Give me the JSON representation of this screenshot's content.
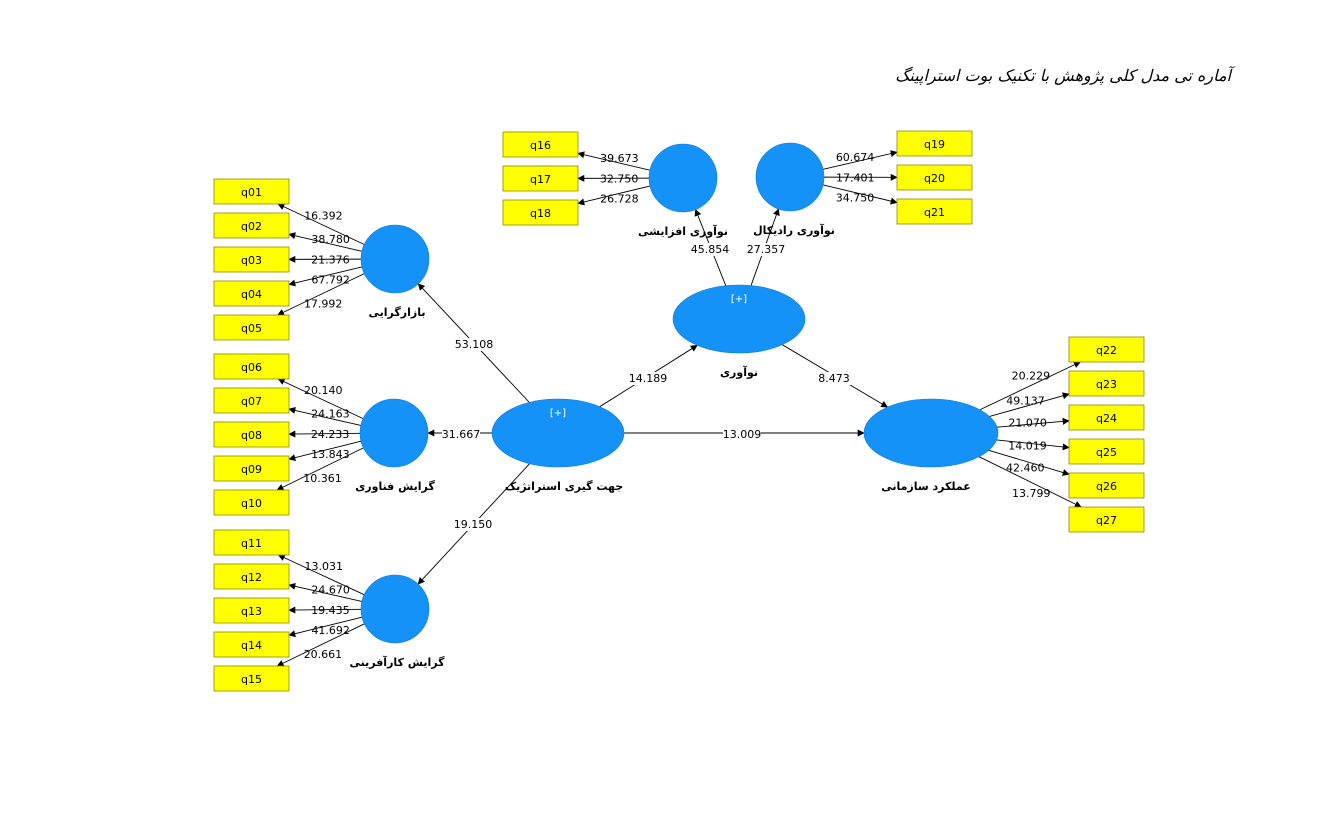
{
  "title": "آماره تی مدل کلی پژوهش با تکنیک بوت استراپینگ",
  "colors": {
    "latent": "#1492f7",
    "indicator": "#ffff00"
  },
  "latent_variables": [
    {
      "id": "marketing",
      "label": "بازارگرایی"
    },
    {
      "id": "technology",
      "label": "گرایش فناوری"
    },
    {
      "id": "entrepreneurial",
      "label": "گرایش کارآفرینی"
    },
    {
      "id": "strategic",
      "label": "جهت گیری استراتژیک",
      "expand": "[+]"
    },
    {
      "id": "incremental",
      "label": "نوآوری افزایشی"
    },
    {
      "id": "radical",
      "label": "نوآوری رادیکال"
    },
    {
      "id": "innovation",
      "label": "نوآوری",
      "expand": "[+]"
    },
    {
      "id": "performance",
      "label": "عملکرد سازمانی"
    }
  ],
  "structural_paths": [
    {
      "from": "strategic",
      "to": "marketing",
      "value": "53.108"
    },
    {
      "from": "strategic",
      "to": "technology",
      "value": "31.667"
    },
    {
      "from": "strategic",
      "to": "entrepreneurial",
      "value": "19.150"
    },
    {
      "from": "strategic",
      "to": "innovation",
      "value": "14.189"
    },
    {
      "from": "strategic",
      "to": "performance",
      "value": "13.009"
    },
    {
      "from": "innovation",
      "to": "performance",
      "value": "8.473"
    },
    {
      "from": "innovation",
      "to": "incremental",
      "value": "45.854"
    },
    {
      "from": "innovation",
      "to": "radical",
      "value": "27.357"
    }
  ],
  "measurement": [
    {
      "latent": "marketing",
      "indicators": [
        "q01",
        "q02",
        "q03",
        "q04",
        "q05"
      ],
      "values": [
        "16.392",
        "38.780",
        "21.376",
        "67.792",
        "17.992"
      ]
    },
    {
      "latent": "technology",
      "indicators": [
        "q06",
        "q07",
        "q08",
        "q09",
        "q10"
      ],
      "values": [
        "20.140",
        "24.163",
        "24.233",
        "13.843",
        "10.361"
      ]
    },
    {
      "latent": "entrepreneurial",
      "indicators": [
        "q11",
        "q12",
        "q13",
        "q14",
        "q15"
      ],
      "values": [
        "13.031",
        "24.670",
        "19.435",
        "41.692",
        "20.661"
      ]
    },
    {
      "latent": "incremental",
      "indicators": [
        "q16",
        "q17",
        "q18"
      ],
      "values": [
        "39.673",
        "32.750",
        "26.728"
      ]
    },
    {
      "latent": "radical",
      "indicators": [
        "q19",
        "q20",
        "q21"
      ],
      "values": [
        "60.674",
        "17.401",
        "34.750"
      ]
    },
    {
      "latent": "performance",
      "indicators": [
        "q22",
        "q23",
        "q24",
        "q25",
        "q26",
        "q27"
      ],
      "values": [
        "20.229",
        "49.137",
        "21.070",
        "14.019",
        "42.460",
        "13.799"
      ]
    }
  ]
}
